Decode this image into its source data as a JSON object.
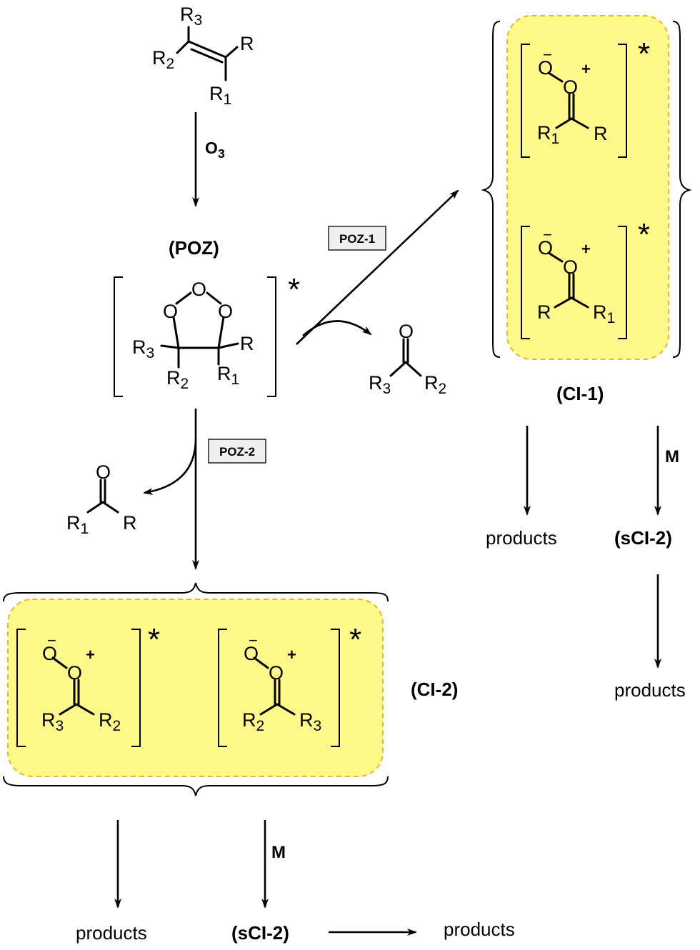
{
  "reagents": {
    "ozone": "O",
    "ozone_sub": "3",
    "third_body": "M"
  },
  "labels": {
    "poz": "(POZ)",
    "ci1": "(CI-1)",
    "ci2": "(CI-2)",
    "sci2": "(sCI-2)",
    "products": "products",
    "star": "*"
  },
  "pathways": {
    "poz1": "POZ-1",
    "poz2": "POZ-2"
  },
  "atoms": {
    "O": "O",
    "R": "R",
    "R1_base": "R",
    "R1_sub": "1",
    "R2_base": "R",
    "R2_sub": "2",
    "R3_base": "R",
    "R3_sub": "3",
    "minus": "−",
    "plus": "+"
  },
  "colors": {
    "highlight_fill": "#fff989",
    "highlight_border": "#f2b622",
    "tag_fill": "#efefef",
    "ink": "#000000"
  }
}
